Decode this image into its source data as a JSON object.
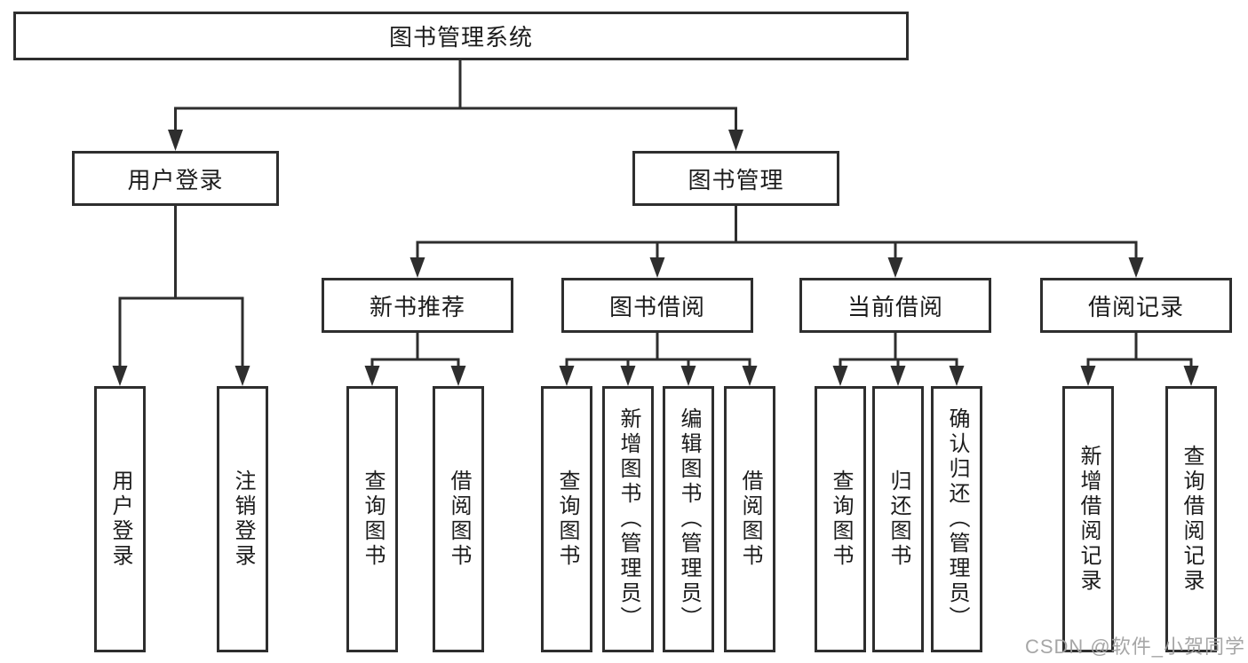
{
  "diagram": {
    "root_label": "图书管理系统",
    "user_branch": {
      "label": "用户登录",
      "children": [
        {
          "label": "用户登录"
        },
        {
          "label": "注销登录"
        }
      ]
    },
    "book_branch": {
      "label": "图书管理",
      "sections": [
        {
          "label": "新书推荐",
          "children": [
            {
              "label": "查询图书"
            },
            {
              "label": "借阅图书"
            }
          ]
        },
        {
          "label": "图书借阅",
          "children": [
            {
              "label": "查询图书"
            },
            {
              "label": "新增图书（管理员）"
            },
            {
              "label": "编辑图书（管理员）"
            },
            {
              "label": "借阅图书"
            }
          ]
        },
        {
          "label": "当前借阅",
          "children": [
            {
              "label": "查询图书"
            },
            {
              "label": "归还图书"
            },
            {
              "label": "确认归还（管理员）"
            }
          ]
        },
        {
          "label": "借阅记录",
          "children": [
            {
              "label": "新增借阅记录"
            },
            {
              "label": "查询借阅记录"
            }
          ]
        }
      ]
    }
  },
  "watermark": {
    "text": "CSDN @软件_小贺同学"
  },
  "colors": {
    "line": "#2e2e2e",
    "text": "#1c1c1c",
    "watermark": "#9f9f9f",
    "background": "#ffffff"
  }
}
